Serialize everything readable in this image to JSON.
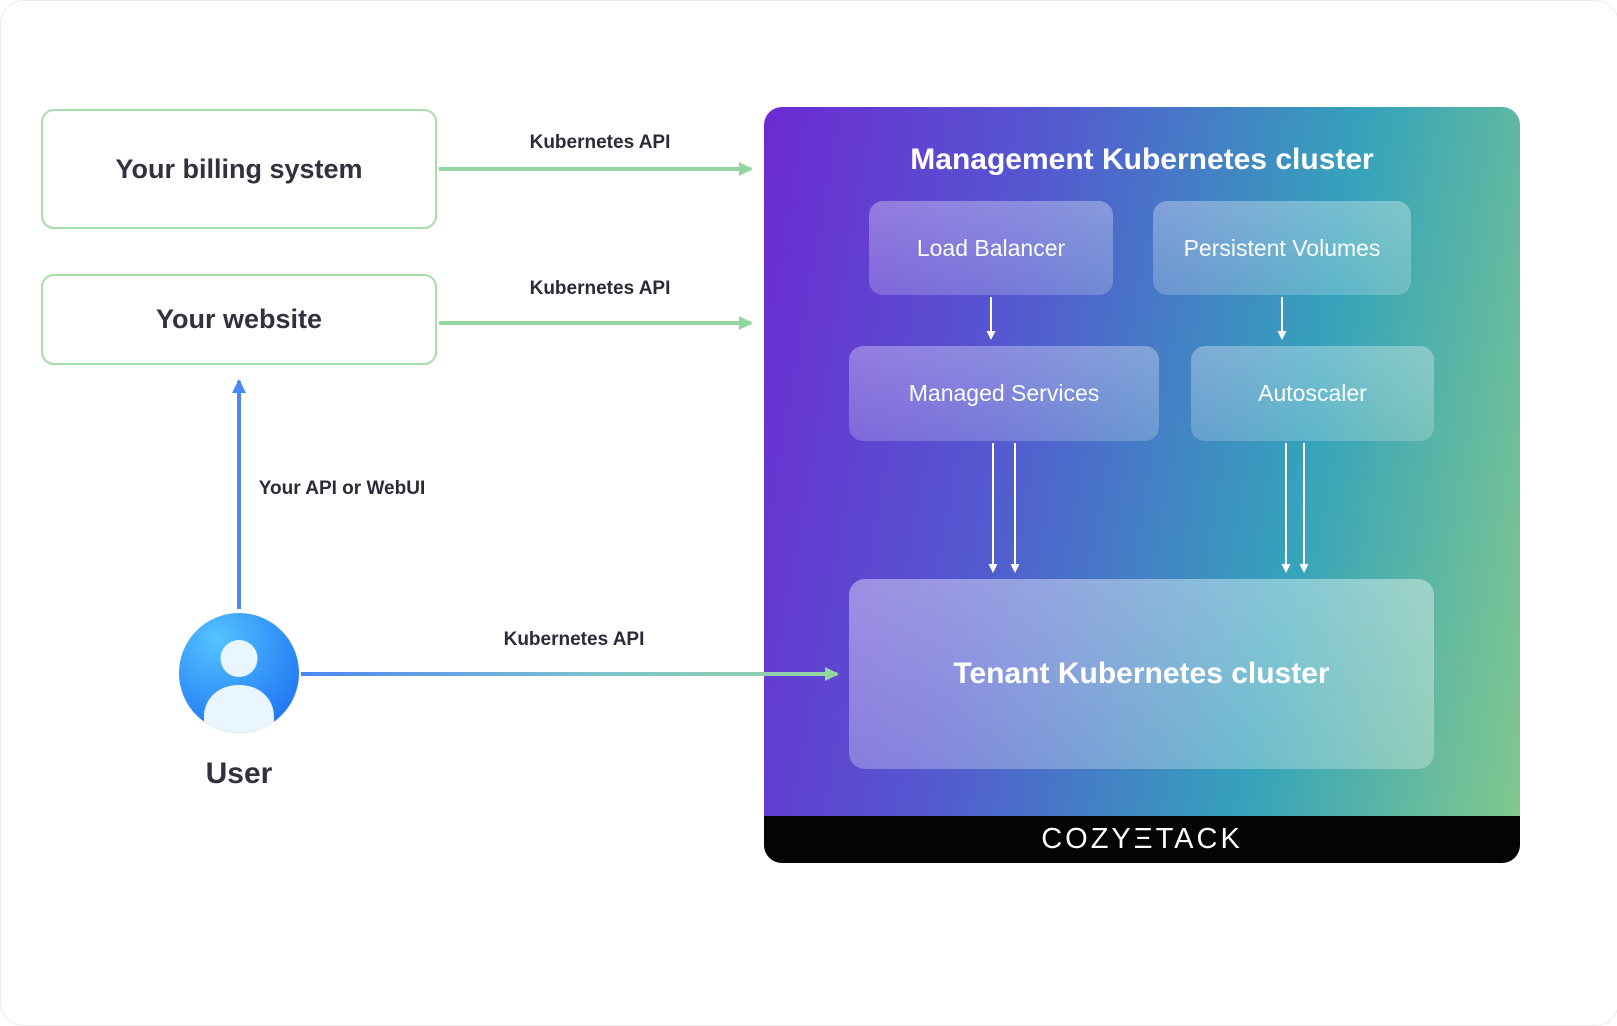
{
  "external": {
    "billing": {
      "label": "Your billing system"
    },
    "website": {
      "label": "Your website"
    },
    "user": {
      "label": "User"
    }
  },
  "edges": {
    "billing_to_mgmt": {
      "label": "Kubernetes API"
    },
    "website_to_mgmt": {
      "label": "Kubernetes API"
    },
    "user_to_website": {
      "label": "Your API or WebUI"
    },
    "user_to_tenant": {
      "label": "Kubernetes API"
    }
  },
  "management": {
    "title": "Management Kubernetes cluster",
    "components": {
      "load_balancer": "Load Balancer",
      "persistent_volumes": "Persistent Volumes",
      "managed_services": "Managed Services",
      "autoscaler": "Autoscaler"
    },
    "tenant": {
      "label": "Tenant Kubernetes cluster"
    }
  },
  "footer": {
    "brand": "COZYΞTACK"
  },
  "colors": {
    "arrow_green": "#93d6a1",
    "arrow_blue": "#4b87f5",
    "node_border_green": "#a6dfab",
    "panel_gradient_start": "#6d2ad2",
    "panel_gradient_mid": "#35a3bb",
    "panel_gradient_end": "#84c98d",
    "footer_background": "#040404",
    "text_dark": "#32323e",
    "text_light": "#ffffff"
  }
}
